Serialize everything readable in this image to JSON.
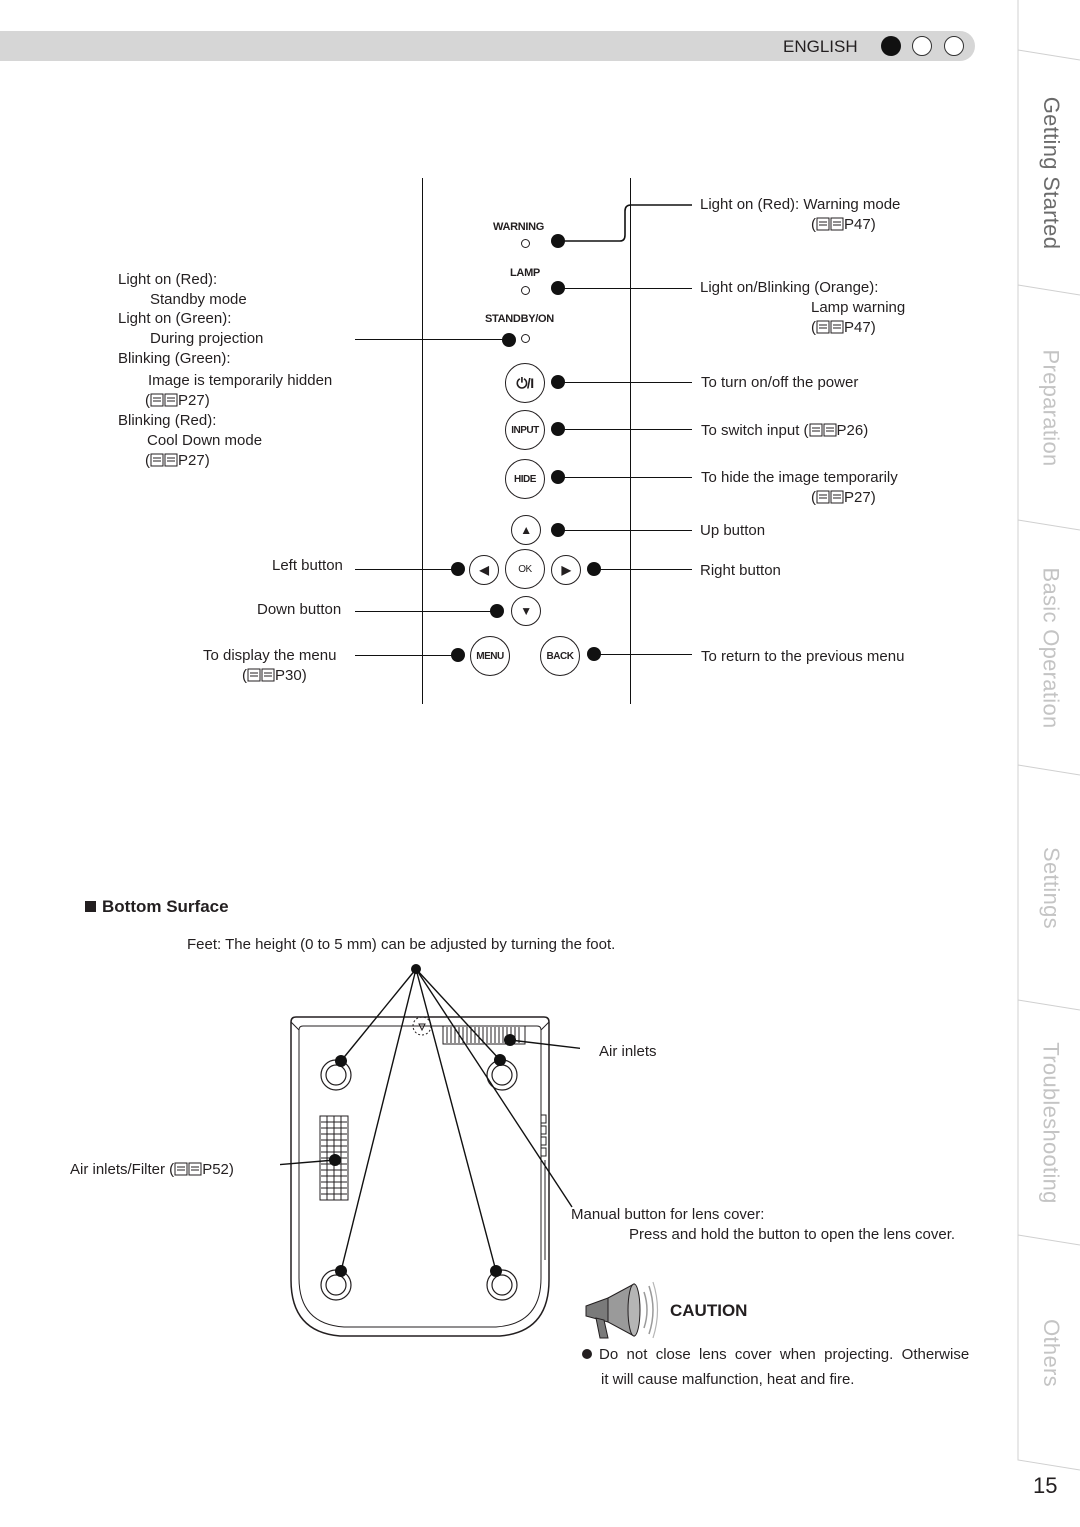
{
  "header": {
    "language": "ENGLISH"
  },
  "side_tabs": [
    "Getting Started",
    "Preparation",
    "Basic Operation",
    "Settings",
    "Troubleshooting",
    "Others"
  ],
  "page_number": "15",
  "control_panel": {
    "indicators": {
      "warning": "WARNING",
      "lamp": "LAMP",
      "standby": "STANDBY/ON"
    },
    "buttons": {
      "power": "⏻/I",
      "input": "INPUT",
      "hide": "HIDE",
      "ok": "OK",
      "menu": "MENU",
      "back": "BACK"
    },
    "left_labels": {
      "light_red": "Light on (Red):",
      "standby_mode": "Standby mode",
      "light_green": "Light on (Green):",
      "during_projection": "During projection",
      "blinking_green": "Blinking (Green):",
      "image_hidden": "Image is temporarily hidden",
      "ref_p27a": "P27)",
      "blinking_red": "Blinking (Red):",
      "cool_down": "Cool Down mode",
      "ref_p27b": "P27)",
      "left_button": "Left button",
      "down_button": "Down button",
      "display_menu": "To display the menu",
      "ref_p30": "P30)"
    },
    "right_labels": {
      "warning_mode": "Light on (Red): Warning mode",
      "ref_p47a": "P47)",
      "lamp_orange": "Light on/Blinking (Orange):",
      "lamp_warning": "Lamp warning",
      "ref_p47b": "P47)",
      "power": "To turn on/off the power",
      "switch_input": "To switch input (",
      "ref_p26": "P26)",
      "hide_image": "To hide the image temporarily",
      "ref_p27c": "P27)",
      "up_button": "Up button",
      "right_button": "Right button",
      "return_menu": "To return to the previous menu"
    }
  },
  "bottom_surface": {
    "heading": "Bottom Surface",
    "feet_note": "Feet: The height (0 to 5 mm) can be adjusted by turning the foot.",
    "air_inlets": "Air inlets",
    "air_inlets_filter": "Air inlets/Filter (",
    "ref_p52": "P52)",
    "lens_cover_title": "Manual button for lens cover:",
    "lens_cover_desc": "Press and hold the button to open the lens cover."
  },
  "caution": {
    "title": "CAUTION",
    "line1": "Do  not  close  lens  cover  when  projecting.  Otherwise",
    "line2": "it will cause malfunction, heat and fire."
  }
}
